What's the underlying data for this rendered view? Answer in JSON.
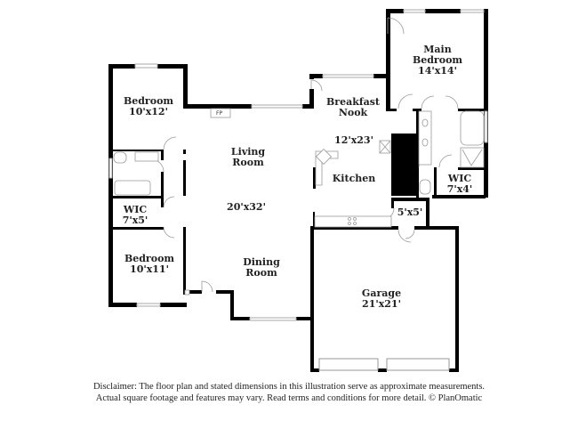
{
  "plan": {
    "rooms": [
      {
        "id": "main-bedroom",
        "name": "Main\nBedroom",
        "name_lines": [
          "Main",
          "Bedroom"
        ],
        "dim": "14'x14'"
      },
      {
        "id": "breakfast-nook",
        "name_lines": [
          "Breakfast",
          "Nook"
        ],
        "dim": ""
      },
      {
        "id": "kitchen",
        "name_lines": [
          "Kitchen"
        ],
        "dim": "12'x23'"
      },
      {
        "id": "bedroom-1",
        "name_lines": [
          "Bedroom"
        ],
        "dim": "10'x12'"
      },
      {
        "id": "living-room",
        "name_lines": [
          "Living",
          "Room"
        ],
        "dim": "20'x32'"
      },
      {
        "id": "wic-1",
        "name_lines": [
          "WIC"
        ],
        "dim": "7'x5'"
      },
      {
        "id": "bedroom-2",
        "name_lines": [
          "Bedroom"
        ],
        "dim": "10'x11'"
      },
      {
        "id": "dining-room",
        "name_lines": [
          "Dining",
          "Room"
        ],
        "dim": ""
      },
      {
        "id": "wic-2",
        "name_lines": [
          "WIC"
        ],
        "dim": "7'x4'"
      },
      {
        "id": "laundry",
        "name_lines": [],
        "dim": "5'x5'"
      },
      {
        "id": "garage",
        "name_lines": [
          "Garage"
        ],
        "dim": "21'x21'"
      }
    ],
    "fireplace_label": "FP",
    "colors": {
      "wall": "#000000",
      "window": "#bdbdbd",
      "fixture": "#9a9a9a",
      "text": "#222222"
    }
  },
  "disclaimer": {
    "line1": "Disclaimer: The floor plan and stated dimensions in this illustration serve as approximate measurements.",
    "line2": "Actual square footage and features may vary. Read terms and conditions for more detail. © PlanOmatic"
  }
}
